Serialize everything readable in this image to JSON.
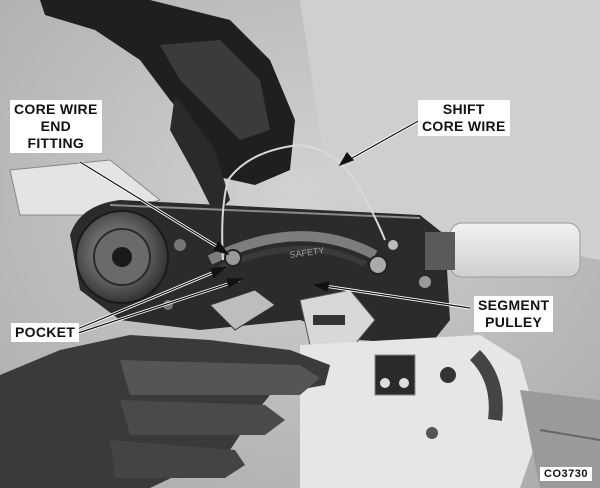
{
  "figure": {
    "callouts": {
      "core_wire_end_fitting": "CORE WIRE\nEND\nFITTING",
      "shift_core_wire": "SHIFT\nCORE WIRE",
      "pocket": "POCKET",
      "segment_pulley": "SEGMENT\nPULLEY"
    },
    "figure_number": "CO3730",
    "embossed_text": "SAFETY"
  }
}
